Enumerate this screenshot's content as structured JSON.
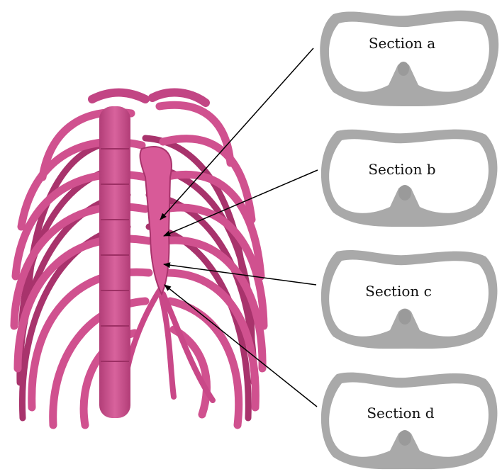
{
  "figure": {
    "sections": [
      {
        "label": "Section a"
      },
      {
        "label": "Section b"
      },
      {
        "label": "Section c"
      },
      {
        "label": "Section d"
      }
    ]
  },
  "colors": {
    "bone": "#d0518f",
    "bone_dark": "#a8336c",
    "bone_light": "#e87ab0",
    "section_fill": "#a9a9a9",
    "section_inner": "#ffffff",
    "arrow": "#000000"
  }
}
